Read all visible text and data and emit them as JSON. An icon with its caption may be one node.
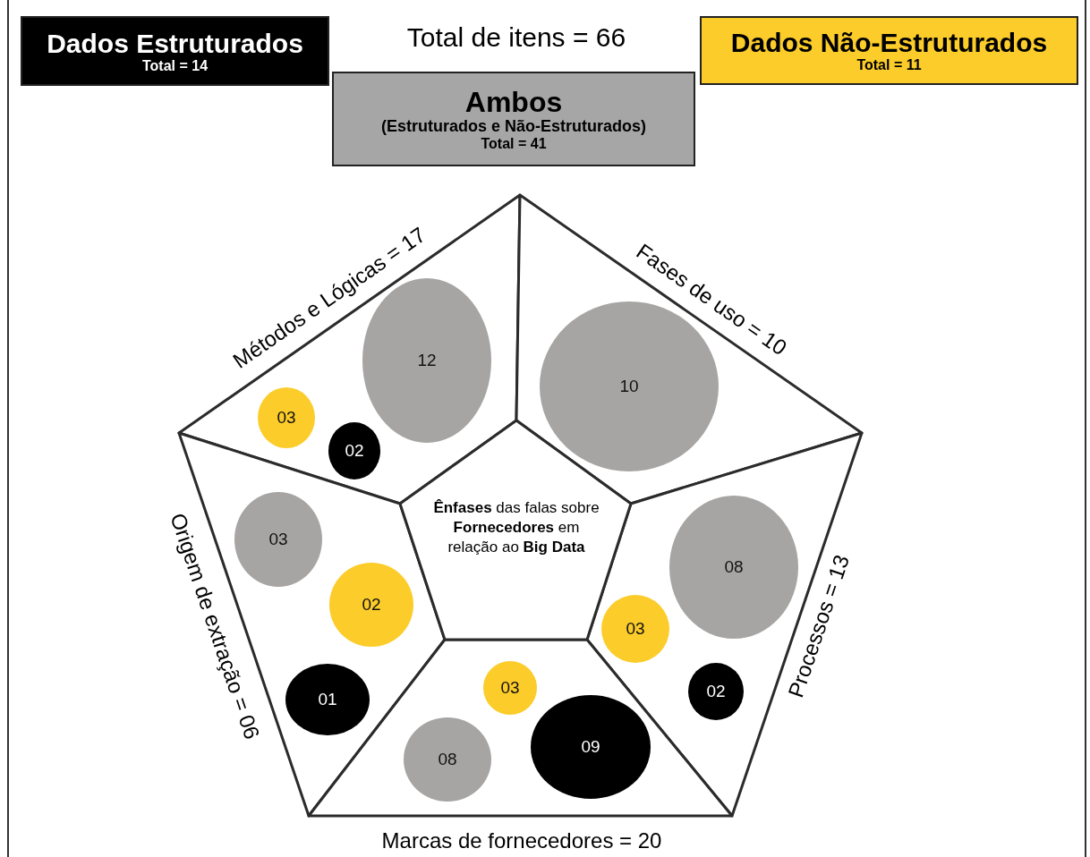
{
  "diagram": {
    "title": "Total de itens = 66",
    "nodes": [
      {
        "text": [
          "Dados Estruturados",
          "Total = 14"
        ]
      },
      {
        "text": [
          "Ambos",
          "(Estruturados e Não-Estruturados)",
          "Total = 41"
        ]
      },
      {
        "text": [
          "Dados Não-Estruturados",
          "Total = 11"
        ]
      },
      {
        "text": [
          "Métodos e Lógicas = 17"
        ]
      },
      {
        "text": [
          "12"
        ],
        "in": 3
      },
      {
        "text": [
          "03"
        ],
        "in": 3
      },
      {
        "text": [
          "02"
        ],
        "in": 3
      },
      {
        "text": [
          "Fases de uso = 10"
        ]
      },
      {
        "text": [
          "10"
        ],
        "in": 7
      },
      {
        "text": [
          "Origem de extração = 06"
        ]
      },
      {
        "text": [
          "03"
        ],
        "in": 9
      },
      {
        "text": [
          "02"
        ],
        "in": 9
      },
      {
        "text": [
          "01"
        ],
        "in": 9
      },
      {
        "text": [
          "**Ênfases** das falas sobre **Fornecedores** em relação ao **Big Data**"
        ]
      },
      {
        "text": [
          "Processos = 13"
        ]
      },
      {
        "text": [
          "08"
        ],
        "in": 14
      },
      {
        "text": [
          "03"
        ],
        "in": 14
      },
      {
        "text": [
          "02"
        ],
        "in": 14
      },
      {
        "text": [
          "Marcas de fornecedores = 20"
        ]
      },
      {
        "text": [
          "03"
        ],
        "in": 18
      },
      {
        "text": [
          "09"
        ],
        "in": 18
      },
      {
        "text": [
          "08"
        ],
        "in": 18
      }
    ]
  }
}
